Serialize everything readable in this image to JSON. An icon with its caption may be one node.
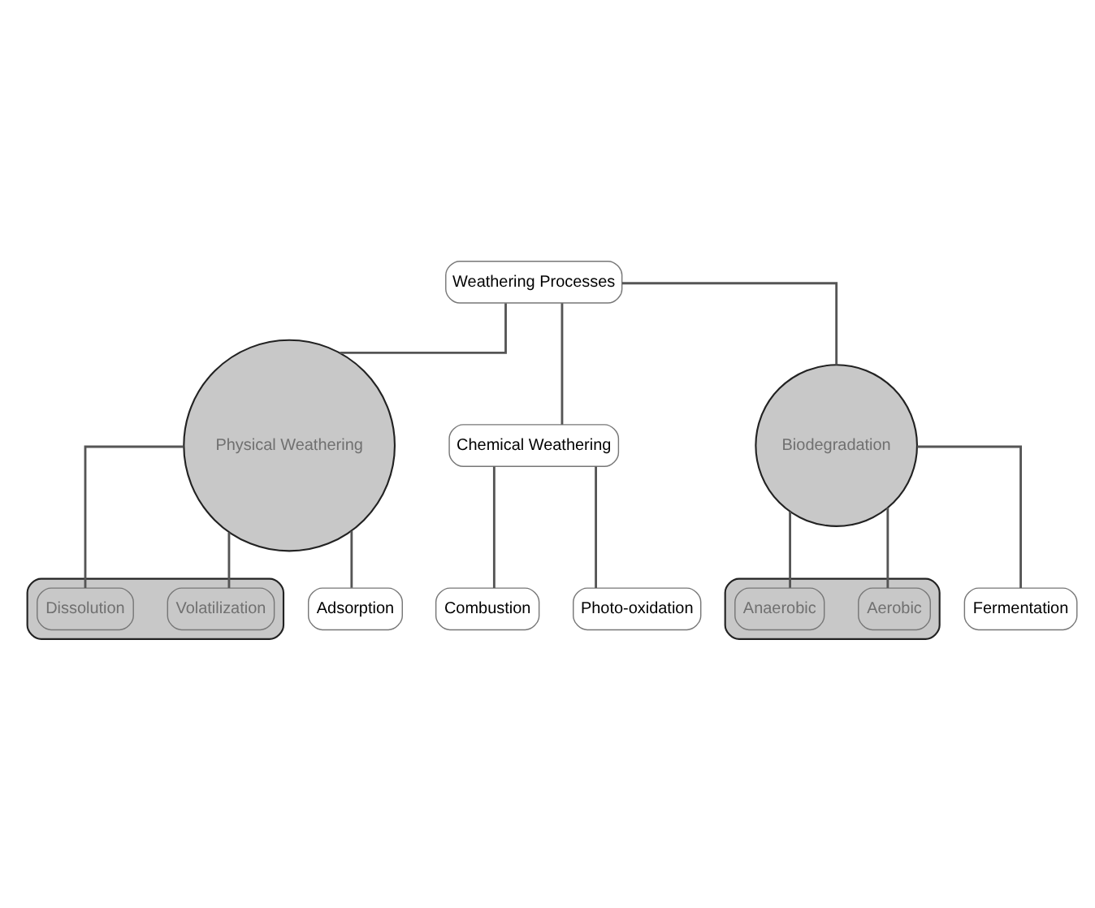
{
  "diagram": {
    "nodes": [
      {
        "text": [
          "Weathering Processes"
        ]
      },
      {
        "text": [
          "Physical Weathering"
        ]
      },
      {
        "text": [
          "Chemical Weathering"
        ]
      },
      {
        "text": [
          "Biodegradation"
        ]
      },
      {
        "text": [],
        "shape": "box"
      },
      {
        "text": [
          "Volatilization"
        ],
        "in": 4
      },
      {
        "text": [
          "Dissolution"
        ],
        "in": 4
      },
      {
        "text": [
          "Combustion"
        ]
      },
      {
        "text": [
          "Photo-oxidation"
        ]
      },
      {
        "text": [],
        "shape": "box"
      },
      {
        "text": [
          "Aerobic"
        ],
        "in": 9
      },
      {
        "text": [
          "Anaerobic"
        ],
        "in": 9
      },
      {
        "text": [
          "Adsorption"
        ]
      },
      {
        "text": [
          "Fermentation"
        ]
      }
    ],
    "edges": [
      {
        "from": 0,
        "to": 1,
        "arrow": "none"
      },
      {
        "from": 0,
        "to": 2,
        "arrow": "none"
      },
      {
        "from": 0,
        "to": 3,
        "arrow": "none"
      },
      {
        "from": 1,
        "to": 5,
        "arrow": "none"
      },
      {
        "from": 1,
        "to": 6,
        "arrow": "none"
      },
      {
        "from": 1,
        "to": 12,
        "arrow": "none"
      },
      {
        "from": 2,
        "to": 7,
        "arrow": "none"
      },
      {
        "from": 2,
        "to": 8,
        "arrow": "none"
      },
      {
        "from": 3,
        "to": 10,
        "arrow": "none"
      },
      {
        "from": 3,
        "to": 11,
        "arrow": "none"
      },
      {
        "from": 3,
        "to": 13,
        "arrow": "none"
      }
    ]
  }
}
